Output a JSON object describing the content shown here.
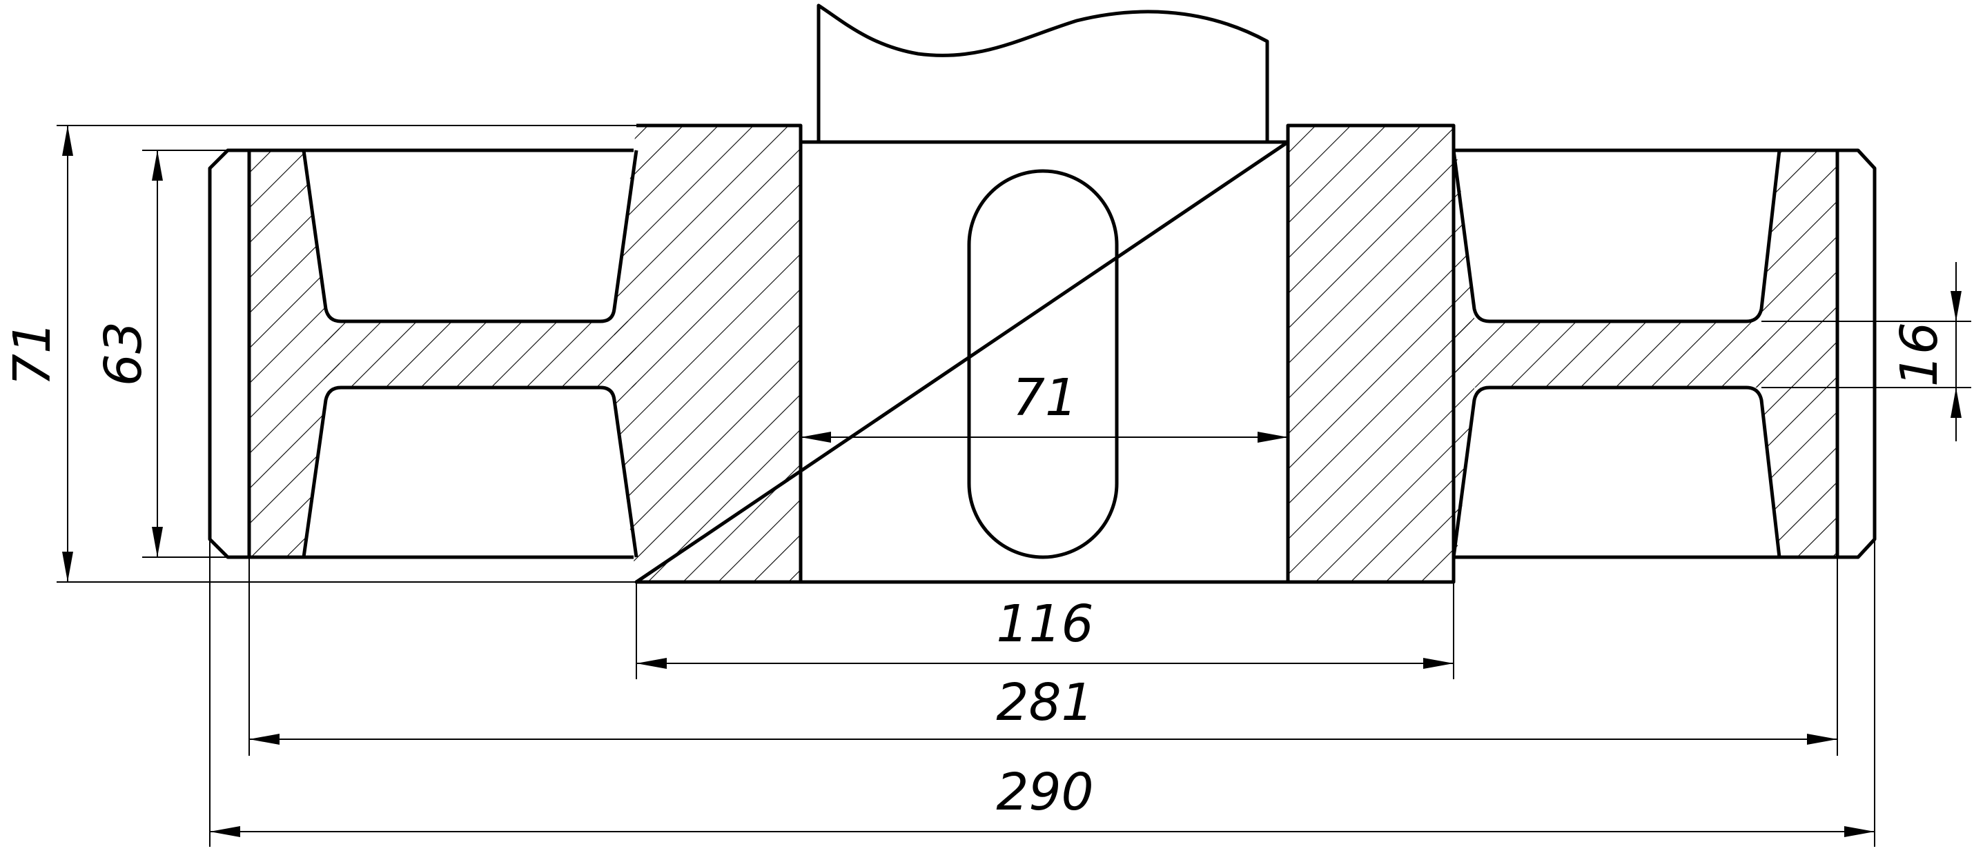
{
  "drawing": {
    "dimensions": {
      "overall_height": "71",
      "rim_height": "63",
      "web_thickness": "16",
      "bore_width": "71",
      "hub_length": "116",
      "rim_inner_width": "281",
      "overall_width": "290"
    }
  }
}
